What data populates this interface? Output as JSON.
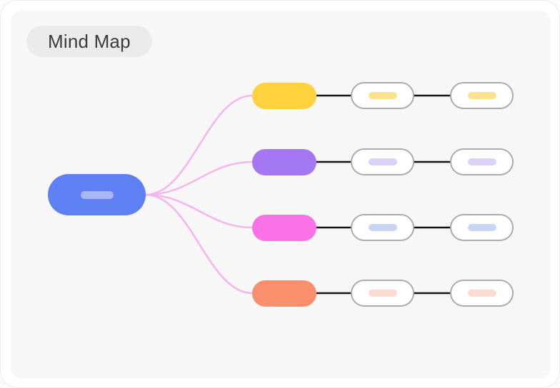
{
  "card": {
    "badge_label": "Mind Map"
  },
  "colors": {
    "card_bg": "#FFFFFF",
    "panel_bg": "#F7F7F8",
    "badge_bg": "#EBEBEC",
    "badge_text": "#3B3B3B",
    "edge_root_to_branch": "#F6B5EC",
    "edge_branch_to_child": "#141414",
    "child_node_bg": "#FFFFFF",
    "child_node_border": "#ABABAE"
  },
  "mindmap": {
    "root": {
      "id": "root-topic",
      "color": "#5E80F2",
      "placeholder_color": "#A9B6F8"
    },
    "branches": [
      {
        "id": "branch-1",
        "color": "#FFD23E",
        "child_placeholder_color": "#FBE28F",
        "children_count": 2
      },
      {
        "id": "branch-2",
        "color": "#A478F3",
        "child_placeholder_color": "#DCD2F7",
        "children_count": 2
      },
      {
        "id": "branch-3",
        "color": "#FB72E8",
        "child_placeholder_color": "#C9D5F7",
        "children_count": 2
      },
      {
        "id": "branch-4",
        "color": "#FB8E6D",
        "child_placeholder_color": "#FBDAD0",
        "children_count": 2
      }
    ]
  }
}
